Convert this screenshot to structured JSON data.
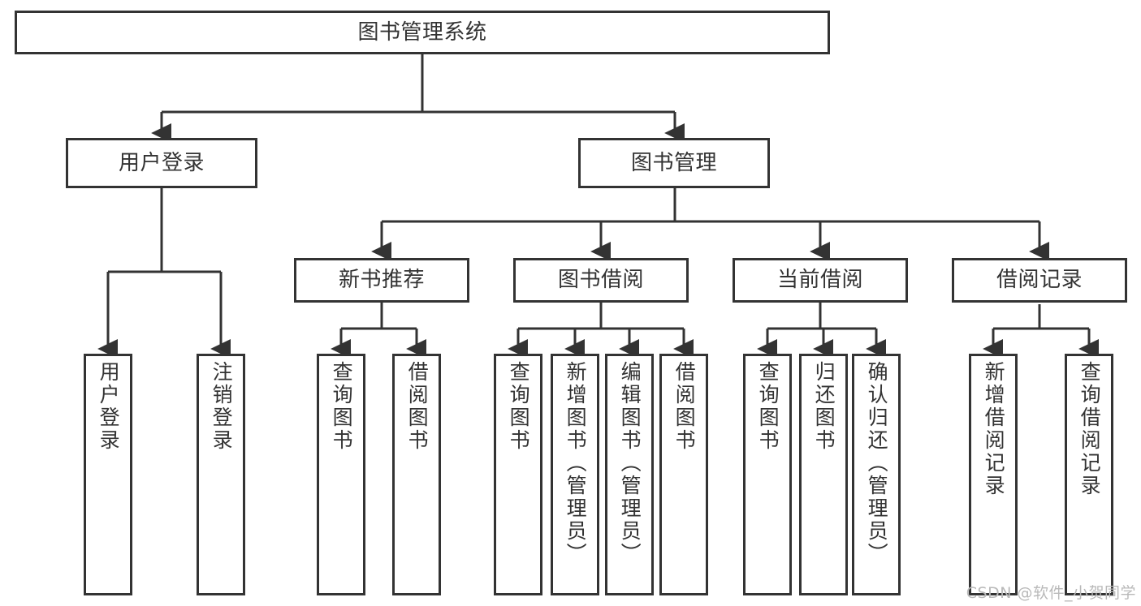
{
  "diagram": {
    "title": "图书管理系统",
    "type": "tree-hierarchy",
    "watermark": "CSDN @软件_小贺同学",
    "colors": {
      "stroke": "#333333",
      "fill": "#ffffff",
      "text": "#333333",
      "watermark": "#b9b9b9"
    },
    "nodes": {
      "root": {
        "label": "图书管理系统"
      },
      "level2": [
        {
          "label": "用户登录"
        },
        {
          "label": "图书管理"
        }
      ],
      "level3": [
        {
          "label": "新书推荐"
        },
        {
          "label": "图书借阅"
        },
        {
          "label": "当前借阅"
        },
        {
          "label": "借阅记录"
        }
      ],
      "leaves": {
        "user_login": [
          {
            "label": "用户登录"
          },
          {
            "label": "注销登录"
          }
        ],
        "new_book": [
          {
            "label": "查询图书"
          },
          {
            "label": "借阅图书"
          }
        ],
        "book_borrow": [
          {
            "label": "查询图书"
          },
          {
            "label": "新增图书（管理员）"
          },
          {
            "label": "编辑图书（管理员）"
          },
          {
            "label": "借阅图书"
          }
        ],
        "current_borrow": [
          {
            "label": "查询图书"
          },
          {
            "label": "归还图书"
          },
          {
            "label": "确认归还（管理员）"
          }
        ],
        "borrow_record": [
          {
            "label": "新增借阅记录"
          },
          {
            "label": "查询借阅记录"
          }
        ]
      }
    }
  },
  "chart_data": {
    "type": "tree",
    "title": "图书管理系统",
    "root": {
      "name": "图书管理系统",
      "children": [
        {
          "name": "用户登录",
          "children": [
            {
              "name": "用户登录"
            },
            {
              "name": "注销登录"
            }
          ]
        },
        {
          "name": "图书管理",
          "children": [
            {
              "name": "新书推荐",
              "children": [
                {
                  "name": "查询图书"
                },
                {
                  "name": "借阅图书"
                }
              ]
            },
            {
              "name": "图书借阅",
              "children": [
                {
                  "name": "查询图书"
                },
                {
                  "name": "新增图书（管理员）"
                },
                {
                  "name": "编辑图书（管理员）"
                },
                {
                  "name": "借阅图书"
                }
              ]
            },
            {
              "name": "当前借阅",
              "children": [
                {
                  "name": "查询图书"
                },
                {
                  "name": "归还图书"
                },
                {
                  "name": "确认归还（管理员）"
                }
              ]
            },
            {
              "name": "借阅记录",
              "children": [
                {
                  "name": "新增借阅记录"
                },
                {
                  "name": "查询借阅记录"
                }
              ]
            }
          ]
        }
      ]
    }
  }
}
